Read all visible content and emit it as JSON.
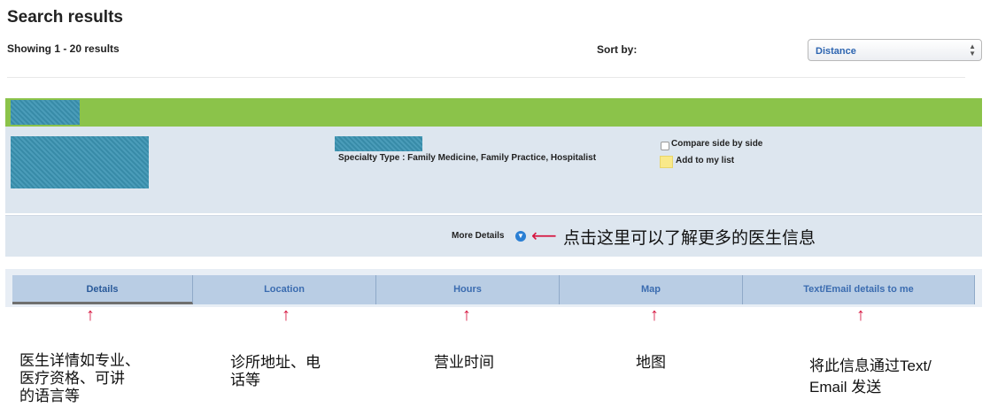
{
  "header": {
    "title": "Search results",
    "showing": "Showing 1  -  20   results",
    "sort_label": "Sort by:",
    "sort_value": "Distance"
  },
  "result": {
    "specialty": "Specialty Type : Family Medicine, Family Practice, Hospitalist",
    "compare_label": "Compare side by side",
    "add_label": "Add to my list",
    "more_details": "More Details",
    "more_note": "点击这里可以了解更多的医生信息"
  },
  "tabs": [
    {
      "label": "Details"
    },
    {
      "label": "Location"
    },
    {
      "label": "Hours"
    },
    {
      "label": "Map"
    },
    {
      "label": "Text/Email details to me"
    }
  ],
  "annotations": [
    {
      "line1": "医生详情如专业、",
      "line2": "医疗资格、可讲",
      "line3": "的语言等"
    },
    {
      "line1": "诊所地址、电",
      "line2": "话等"
    },
    {
      "line1": "营业时间"
    },
    {
      "line1": "地图"
    },
    {
      "line1": "将此信息通过Text/",
      "line2": "Email 发送"
    }
  ],
  "colors": {
    "green_bar": "#8bc34a",
    "accent_red": "#d6153f",
    "tab_bg": "#b9cde4"
  }
}
